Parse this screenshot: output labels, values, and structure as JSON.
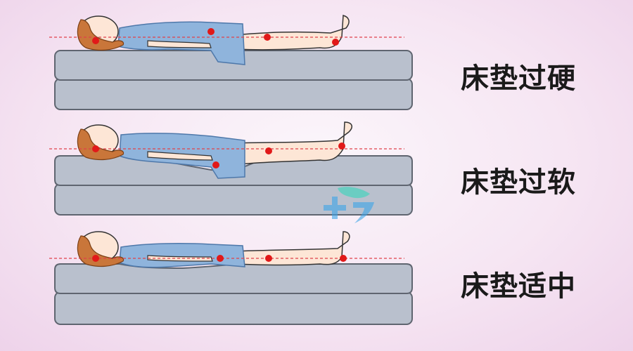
{
  "panels": [
    {
      "id": "hard",
      "label": "床垫过硬"
    },
    {
      "id": "soft",
      "label": "床垫过软"
    },
    {
      "id": "moderate",
      "label": "床垫适中"
    }
  ],
  "colors": {
    "mattress": "#b9c0cd",
    "mattress_edge": "#5f6570",
    "dress": "#8fb4dc",
    "dress_line": "#4e78aa",
    "skin": "#fde6d6",
    "hair": "#c9763a",
    "guide_line": "#e0404a",
    "marker": "#e11919",
    "watermark_blue": "#3aa3e8",
    "watermark_teal": "#5ccfc0"
  },
  "icons": {
    "watermark": "plus-sign-logo-icon"
  }
}
